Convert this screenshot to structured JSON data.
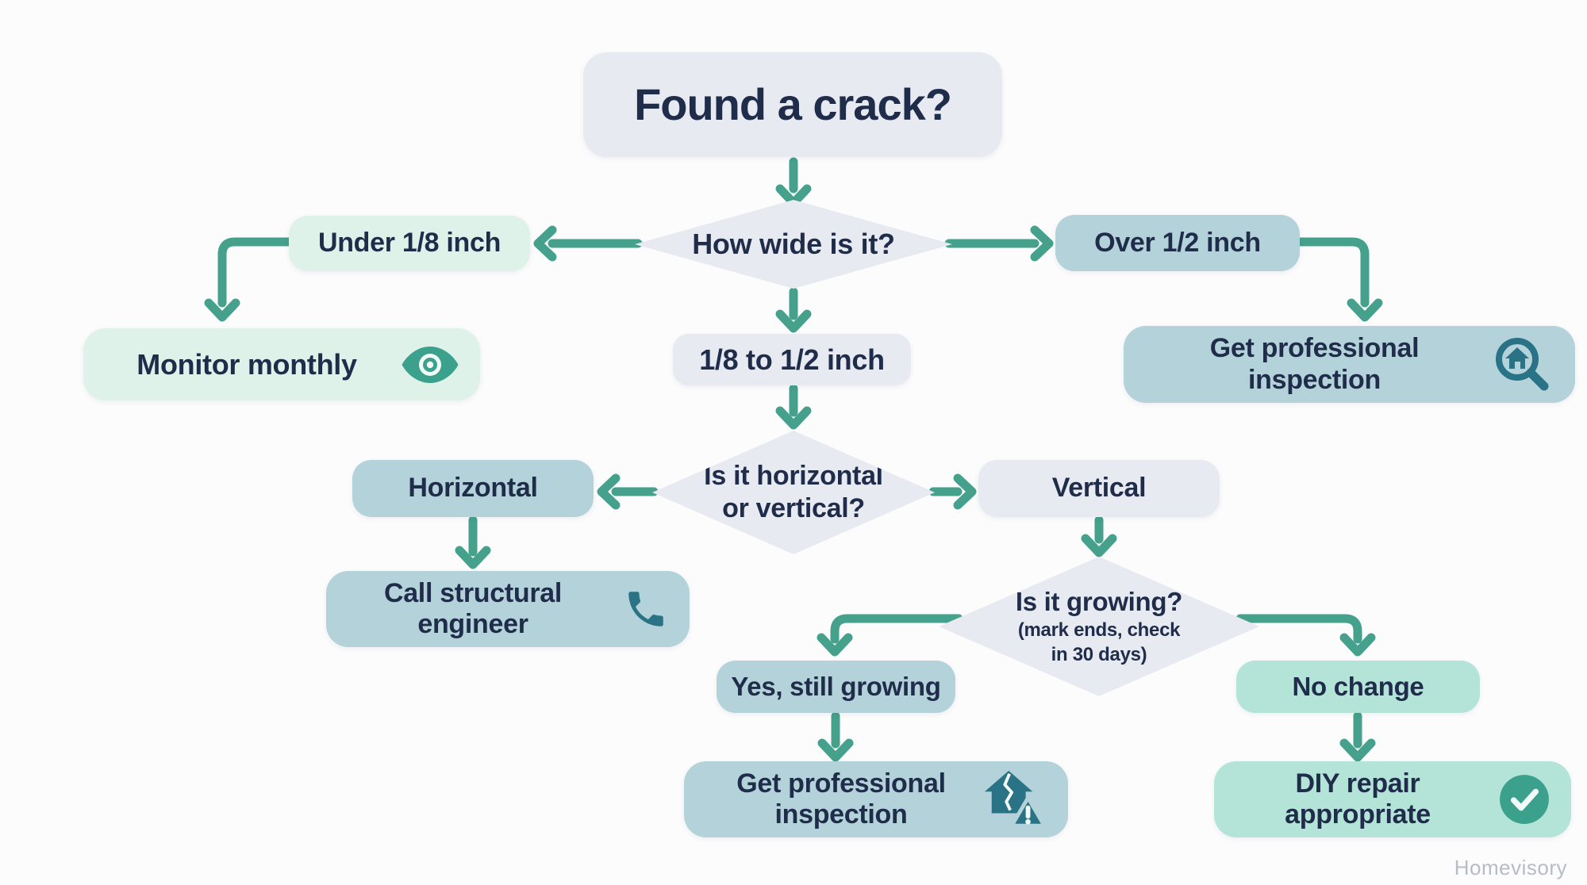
{
  "colors": {
    "background": "#fcfcfd",
    "text": "#1f2c4a",
    "gray_node": "#e7eaf1",
    "mint_node": "#def2ea",
    "teal_node": "#b4d2d9",
    "aqua_node": "#b4e4d8",
    "arrow": "#45a18c",
    "icon_teal": "#3ca18c",
    "icon_dark": "#2a7285",
    "watermark": "#b6bcc5"
  },
  "nodes": {
    "start": {
      "label": "Found a crack?"
    },
    "q_width": {
      "label": "How wide is it?"
    },
    "under18": {
      "label": "Under 1/8 inch"
    },
    "over12": {
      "label": "Over 1/2 inch"
    },
    "monitor": {
      "label": "Monitor monthly",
      "icon": "eye-icon"
    },
    "inspect_top": {
      "line1": "Get professional",
      "line2": "inspection",
      "icon": "house-magnifier-icon"
    },
    "mid": {
      "label": "1/8 to 1/2 inch"
    },
    "q_orient": {
      "line1": "Is it horizontal",
      "line2": "or vertical?"
    },
    "horizontal": {
      "label": "Horizontal"
    },
    "vertical": {
      "label": "Vertical"
    },
    "call_engineer": {
      "line1": "Call structural",
      "line2": "engineer",
      "icon": "phone-icon"
    },
    "q_growing": {
      "line1": "Is it growing?",
      "line2": "(mark ends, check",
      "line3": "in 30 days)"
    },
    "yes_growing": {
      "label": "Yes, still growing"
    },
    "no_change": {
      "label": "No change"
    },
    "inspect_bottom": {
      "line1": "Get professional",
      "line2": "inspection",
      "icon": "house-crack-warning-icon"
    },
    "diy": {
      "line1": "DIY repair",
      "line2": "appropriate",
      "icon": "check-circle-icon"
    }
  },
  "edges": [
    {
      "from": "start",
      "to": "q_width"
    },
    {
      "from": "q_width",
      "to": "under18"
    },
    {
      "from": "q_width",
      "to": "over12"
    },
    {
      "from": "q_width",
      "to": "mid"
    },
    {
      "from": "under18",
      "to": "monitor"
    },
    {
      "from": "over12",
      "to": "inspect_top"
    },
    {
      "from": "mid",
      "to": "q_orient"
    },
    {
      "from": "q_orient",
      "to": "horizontal"
    },
    {
      "from": "q_orient",
      "to": "vertical"
    },
    {
      "from": "horizontal",
      "to": "call_engineer"
    },
    {
      "from": "vertical",
      "to": "q_growing"
    },
    {
      "from": "q_growing",
      "to": "yes_growing"
    },
    {
      "from": "q_growing",
      "to": "no_change"
    },
    {
      "from": "yes_growing",
      "to": "inspect_bottom"
    },
    {
      "from": "no_change",
      "to": "diy"
    }
  ],
  "watermark": "Homevisory"
}
